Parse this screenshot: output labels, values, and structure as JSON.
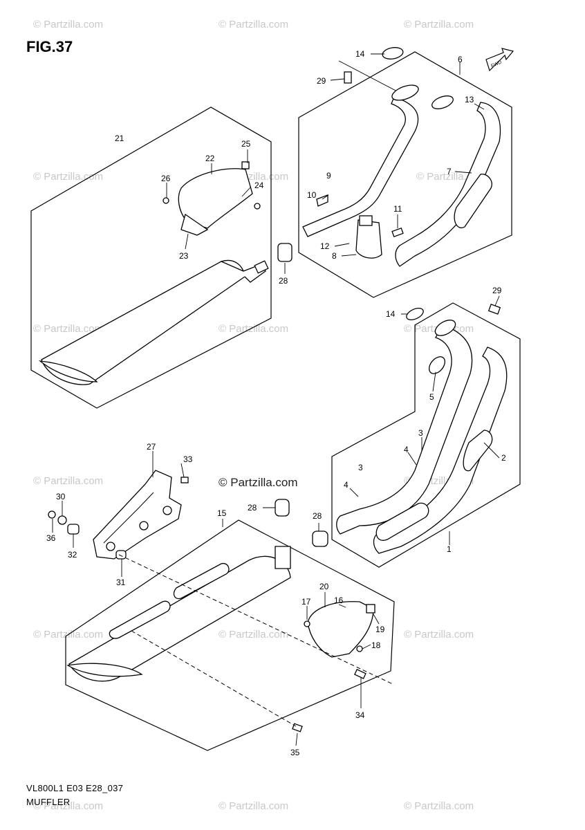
{
  "figure": {
    "title": "FIG.37"
  },
  "footer": {
    "code": "VL800L1 E03 E28_037",
    "section": "MUFFLER"
  },
  "watermark": {
    "repeat_text": "© Partzilla.com",
    "main_text": "© Partzilla.com"
  },
  "callouts": {
    "c1": "1",
    "c2": "2",
    "c3a": "3",
    "c3b": "3",
    "c4a": "4",
    "c4b": "4",
    "c5": "5",
    "c6": "6",
    "c7": "7",
    "c8": "8",
    "c9": "9",
    "c10": "10",
    "c11": "11",
    "c12": "12",
    "c13": "13",
    "c14a": "14",
    "c14b": "14",
    "c15": "15",
    "c16": "16",
    "c17": "17",
    "c18": "18",
    "c19": "19",
    "c20": "20",
    "c21": "21",
    "c22": "22",
    "c23": "23",
    "c24": "24",
    "c25": "25",
    "c26": "26",
    "c27": "27",
    "c28a": "28",
    "c28b": "28",
    "c28c": "28",
    "c29a": "29",
    "c29b": "29",
    "c30": "30",
    "c31": "31",
    "c32": "32",
    "c33": "33",
    "c34": "34",
    "c35": "35",
    "c36": "36"
  },
  "fwd_arrow_label": "FWD"
}
